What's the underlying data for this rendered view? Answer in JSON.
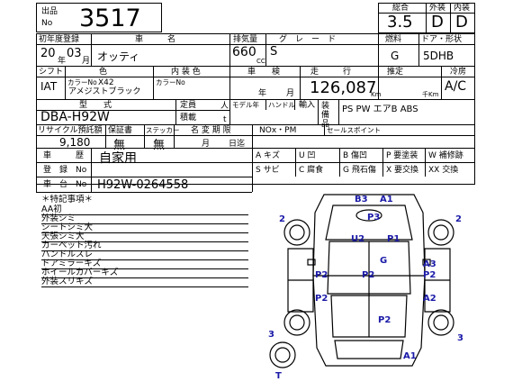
{
  "lot": {
    "label_top": "出品",
    "label_bottom": "No",
    "number": "3517"
  },
  "scores": {
    "overall_label": "総合",
    "overall": "3.5",
    "exterior_label": "外装",
    "exterior": "D",
    "interior_label": "内装",
    "interior": "D"
  },
  "row1": {
    "first_reg_label": "初年度登録",
    "model_label": "車　　　名",
    "displacement_label": "排気量",
    "grade_label": "グ　レ　ー　ド",
    "fuel_label": "燃料",
    "door_label": "ドア・形状"
  },
  "row1v": {
    "year": "20",
    "month": "03",
    "year_unit": "年",
    "month_unit": "月",
    "model": "オッティ",
    "displacement": "660",
    "cc": "CC",
    "grade": "S",
    "fuel": "G",
    "door": "5DHB"
  },
  "row2": {
    "shift_label": "シフト",
    "color_label": "色",
    "interior_color_label": "内 装 色",
    "inspection_label": "車　　検",
    "mileage_label": "走　　　行",
    "estimate_label": "推定",
    "ac_label": "冷房"
  },
  "row2v": {
    "shift": "IAT",
    "color_no_label": "カラーNo",
    "color_no": "X42",
    "color_name": "アメジストブラック",
    "int_color_no_label": "カラーNo",
    "year_unit": "年",
    "month_unit": "月",
    "mileage": "126,087",
    "km": "Km",
    "thousand_km": "千Km",
    "ac": "A/C"
  },
  "row3": {
    "type_label": "型　　式",
    "type": "DBA-H92W",
    "capacity_label": "定員",
    "person_unit": "人",
    "load_label": "積載",
    "ton_unit": "t",
    "model_handle_label": "モデル年",
    "handle_label": "ハンドル",
    "import_label": "輸入",
    "equipment_label": "装備品",
    "equipment": "PS PW エアB ABS"
  },
  "row4": {
    "recycle_label": "リサイクル預託額",
    "recycle": "9,180",
    "warranty_label": "保証書",
    "warranty": "無",
    "sticker_label": "ステッカー",
    "sticker": "無",
    "name_change_label": "名 変 期 限",
    "month_unit": "月",
    "day_unit": "日迄",
    "nox_label": "NOx・PM",
    "sales_point_label": "セールスポイント"
  },
  "row5": {
    "usage_label": "車　　　歴",
    "usage": "自家用",
    "reg_no_label": "登　録　No",
    "chassis_label": "車　台　No",
    "chassis": "H92W-0264558"
  },
  "legend": [
    [
      "A キズ",
      "U 凹",
      "P 要塗装",
      "W 補修跡"
    ],
    [
      "S サビ",
      "C 腐食",
      "G 飛石傷",
      "X 要交換",
      "XX 交換"
    ]
  ],
  "legend_b": "B 傷凹",
  "notes": {
    "title": "＊特記事項＊",
    "lines": [
      "AA初",
      "外装シミ",
      "シートシミ大",
      "天張シミ大",
      "カーペット汚れ",
      "ハンドルスレ",
      "ドアミラーキズ",
      "ホイールカバーキズ",
      "外装スリキズ"
    ]
  },
  "diagram": {
    "marks": [
      "B3",
      "A1",
      "P3",
      "U2",
      "P1",
      "G",
      "P2",
      "P2",
      "A3",
      "P2",
      "P2",
      "A2",
      "P2",
      "A1"
    ],
    "tires": [
      "2",
      "2",
      "3",
      "3"
    ],
    "spare": "T"
  }
}
